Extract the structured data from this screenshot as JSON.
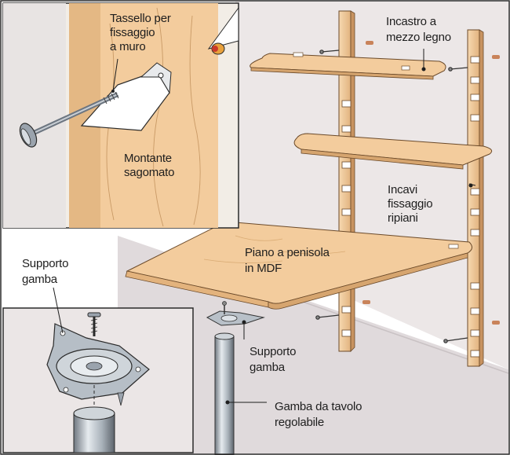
{
  "labels": {
    "tassello": [
      "Tassello per",
      "fissaggio",
      "a muro"
    ],
    "montante": [
      "Montante",
      "sagomato"
    ],
    "incastro": [
      "Incastro a",
      "mezzo legno"
    ],
    "incavi": [
      "Incavi",
      "fissaggio",
      "ripiani"
    ],
    "piano": [
      "Piano a penisola",
      "in MDF"
    ],
    "supporto_left": [
      "Supporto",
      "gamba"
    ],
    "supporto_right": [
      "Supporto",
      "gamba"
    ],
    "gamba": [
      "Gamba da tavolo",
      "regolabile"
    ]
  },
  "colors": {
    "wall": "#e9e4e4",
    "floor": "#ddd7d9",
    "wood": "#f3cc9d",
    "wood_dark": "#d6a56f",
    "wood_edge": "#e3b37d",
    "inset_bg": "#f4f0ec",
    "metal": "#9aa3ad",
    "plug": "#e8a13c"
  }
}
